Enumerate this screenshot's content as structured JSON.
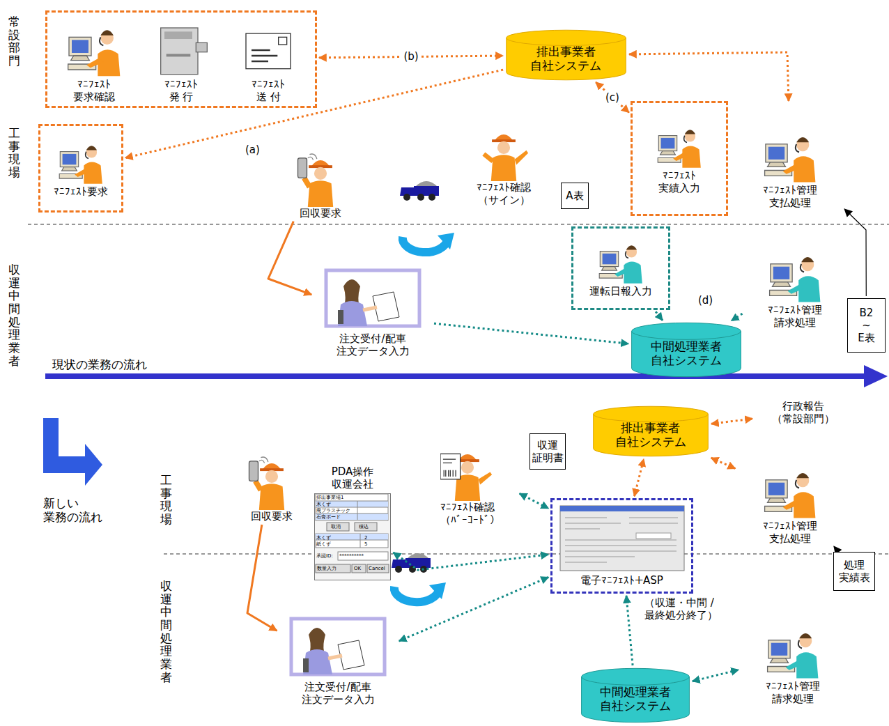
{
  "diagram": {
    "nodes": [
      {
        "text": [
          "ﾏﾆﾌｪｽﾄ 要求確認",
          "ﾏﾆﾌｪｽﾄ 発 行",
          "ﾏﾆﾌｪｽﾄ 送 付"
        ]
      },
      {
        "text": [
          "排出事業者 自社システム"
        ]
      },
      {
        "text": [
          "ﾏﾆﾌｪｽﾄ要求"
        ]
      },
      {
        "text": [
          "回収要求"
        ]
      },
      {
        "text": [
          "ﾏﾆﾌｪｽﾄ確認 （サイン）"
        ]
      },
      {
        "text": [
          "A表"
        ]
      },
      {
        "text": [
          "ﾏﾆﾌｪｽﾄ 実績入力"
        ]
      },
      {
        "text": [
          "ﾏﾆﾌｪｽﾄ管理 支払処理"
        ]
      },
      {
        "text": [
          "注文受付/配車 注文データ入力"
        ]
      },
      {
        "text": [
          "運転日報入力"
        ]
      },
      {
        "text": [
          "ﾏﾆﾌｪｽﾄ管理 請求処理"
        ]
      },
      {
        "text": [
          "中間処理業者 自社システム"
        ]
      },
      {
        "text": [
          "B2 ~ E表"
        ]
      },
      {
        "text": [
          "回収要求"
        ]
      },
      {
        "text": [
          "PDA操作 収運会社"
        ]
      },
      {
        "text": [
          "ﾏﾆﾌｪｽﾄ確認 （ﾊﾞｰｺｰﾄﾞ）"
        ]
      },
      {
        "text": [
          "収運 証明書"
        ]
      },
      {
        "text": [
          "電子ﾏﾆﾌｪｽﾄ＋ASP"
        ]
      },
      {
        "text": [
          "排出事業者 自社システム"
        ]
      },
      {
        "text": [
          "行政報告 （常設部門）"
        ]
      },
      {
        "text": [
          "ﾏﾆﾌｪｽﾄ管理 支払処理"
        ]
      },
      {
        "text": [
          "処理 実績表"
        ]
      },
      {
        "text": [
          "注文受付/配車 注文データ入力"
        ]
      },
      {
        "text": [
          "中間処理業者 自社システム"
        ]
      },
      {
        "text": [
          "ﾏﾆﾌｪｽﾄ管理 請求処理"
        ]
      }
    ],
    "edges": [
      {
        "from": 0,
        "to": 1,
        "arrow": "both",
        "label": "(b)"
      },
      {
        "from": 1,
        "to": 2,
        "arrow": "to"
      },
      {
        "from": 1,
        "to": 6,
        "arrow": "both",
        "label": "(c)"
      },
      {
        "from": 1,
        "to": 7,
        "arrow": "both"
      },
      {
        "from": 3,
        "to": 8,
        "arrow": "to"
      },
      {
        "from": 8,
        "to": 11,
        "arrow": "to"
      },
      {
        "from": 9,
        "to": 11,
        "arrow": "to"
      },
      {
        "from": 10,
        "to": 11,
        "arrow": "to"
      },
      {
        "from": 12,
        "to": 7,
        "arrow": "to"
      },
      {
        "from": 13,
        "to": 22,
        "arrow": "to"
      },
      {
        "from": 14,
        "to": 17,
        "arrow": "both"
      },
      {
        "from": 15,
        "to": 17,
        "arrow": "both"
      },
      {
        "from": 17,
        "to": 22,
        "arrow": "both"
      },
      {
        "from": 17,
        "to": 18,
        "arrow": "both"
      },
      {
        "from": 18,
        "to": 19,
        "arrow": "both"
      },
      {
        "from": 18,
        "to": 20,
        "arrow": "both"
      },
      {
        "from": 23,
        "to": 17,
        "arrow": "to"
      },
      {
        "from": 23,
        "to": 24,
        "arrow": "both"
      },
      {
        "from": 21,
        "to": 20,
        "arrow": "to"
      }
    ],
    "labels": [
      "常設部門",
      "工事現場",
      "収運中間処理業者",
      "(a)",
      "(d)",
      "現状の業務の流れ",
      "新しい 業務の流れ",
      "工事現場",
      "収運中間処理業者",
      "排出事業場1",
      "木くず",
      "廃プラスチック",
      "石膏ボード",
      "取消",
      "積込",
      "木くず",
      "2",
      "紙くず",
      "5",
      "承認ID:",
      "**********",
      "数量入力",
      "OK",
      "Cancel",
      "（収運・中間 /最終処分終了）"
    ]
  }
}
